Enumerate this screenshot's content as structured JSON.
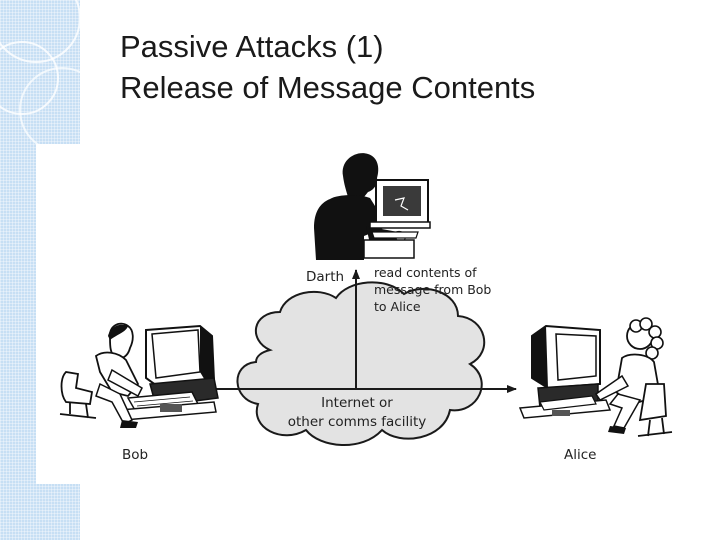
{
  "slide": {
    "title_line1": "Passive Attacks (1)",
    "title_line2": "Release of Message Contents"
  },
  "diagram": {
    "darth_label": "Darth",
    "annotation": [
      "read contents of",
      "message from Bob",
      "to Alice"
    ],
    "cloud_label": [
      "Internet or",
      "other comms facility"
    ],
    "bob_label": "Bob",
    "alice_label": "Alice"
  },
  "colors": {
    "band": "#c7dff4",
    "cloud_fill": "#e3e3e3",
    "line": "#1a1a1a"
  }
}
